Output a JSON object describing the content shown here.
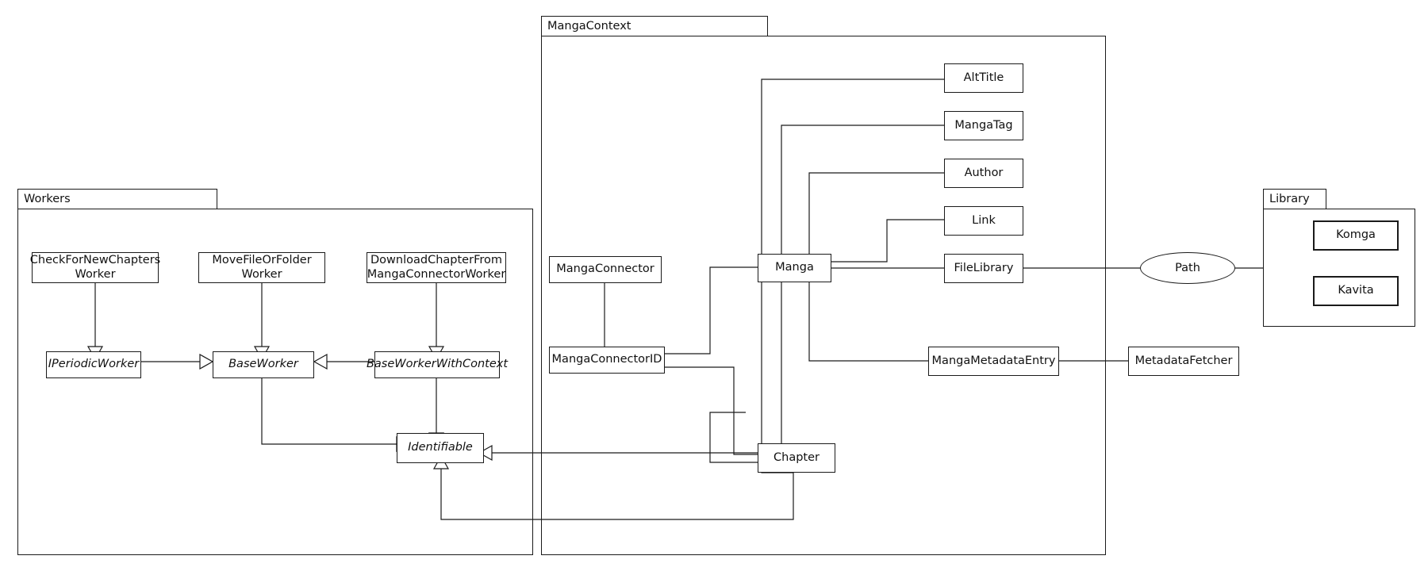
{
  "diagram": {
    "title": "Manga library architecture class diagram",
    "colors": {
      "line": "#1a1a1a",
      "background": "#ffffff",
      "node_fill": "#ffffff"
    }
  },
  "packages": {
    "workers": {
      "label": "Workers"
    },
    "manga_context": {
      "label": "MangaContext"
    },
    "library": {
      "label": "Library"
    }
  },
  "nodes": {
    "check_for_new_chapters_worker": {
      "label": "CheckForNewChapters\nWorker"
    },
    "move_file_or_folder_worker": {
      "label": "MoveFileOrFolder\nWorker"
    },
    "download_chapter_from_manga_connector_worker": {
      "label": "DownloadChapterFrom\nMangaConnectorWorker"
    },
    "iperiodicworker": {
      "label": "IPeriodicWorker"
    },
    "baseworker": {
      "label": "BaseWorker"
    },
    "baseworkerwithcontext": {
      "label": "BaseWorkerWithContext"
    },
    "identifiable": {
      "label": "Identifiable"
    },
    "mangaconnector": {
      "label": "MangaConnector"
    },
    "mangaconnectorid": {
      "label": "MangaConnectorID"
    },
    "manga": {
      "label": "Manga"
    },
    "chapter": {
      "label": "Chapter"
    },
    "alttitle": {
      "label": "AltTitle"
    },
    "mangatag": {
      "label": "MangaTag"
    },
    "author": {
      "label": "Author"
    },
    "link": {
      "label": "Link"
    },
    "filelibrary": {
      "label": "FileLibrary"
    },
    "mangametadataentry": {
      "label": "MangaMetadataEntry"
    },
    "metadatafetcher": {
      "label": "MetadataFetcher"
    },
    "path": {
      "label": "Path"
    },
    "komga": {
      "label": "Komga"
    },
    "kavita": {
      "label": "Kavita"
    }
  },
  "abstract_nodes": [
    "iperiodicworker",
    "baseworker",
    "baseworkerwithcontext",
    "identifiable"
  ],
  "relations": [
    {
      "from": "check_for_new_chapters_worker",
      "to": "iperiodicworker",
      "type": "generalization"
    },
    {
      "from": "move_file_or_folder_worker",
      "to": "baseworker",
      "type": "generalization"
    },
    {
      "from": "download_chapter_from_manga_connector_worker",
      "to": "baseworkerwithcontext",
      "type": "generalization"
    },
    {
      "from": "iperiodicworker",
      "to": "baseworker",
      "type": "generalization"
    },
    {
      "from": "baseworkerwithcontext",
      "to": "baseworker",
      "type": "generalization"
    },
    {
      "from": "baseworkerwithcontext",
      "to": "identifiable",
      "type": "generalization"
    },
    {
      "from": "baseworker",
      "to": "identifiable",
      "type": "generalization"
    },
    {
      "from": "manga",
      "to": "identifiable",
      "type": "generalization"
    },
    {
      "from": "chapter",
      "to": "identifiable",
      "type": "generalization"
    },
    {
      "from": "mangaconnector",
      "to": "mangaconnectorid",
      "type": "association"
    },
    {
      "from": "mangaconnectorid",
      "to": "manga",
      "type": "association"
    },
    {
      "from": "mangaconnectorid",
      "to": "chapter",
      "type": "association"
    },
    {
      "from": "manga",
      "to": "alttitle",
      "type": "association"
    },
    {
      "from": "manga",
      "to": "mangatag",
      "type": "association"
    },
    {
      "from": "manga",
      "to": "author",
      "type": "association"
    },
    {
      "from": "manga",
      "to": "link",
      "type": "association"
    },
    {
      "from": "manga",
      "to": "filelibrary",
      "type": "association"
    },
    {
      "from": "manga",
      "to": "mangametadataentry",
      "type": "association"
    },
    {
      "from": "manga",
      "to": "chapter",
      "type": "association"
    },
    {
      "from": "filelibrary",
      "to": "path",
      "type": "association"
    },
    {
      "from": "path",
      "to": "library",
      "type": "association"
    },
    {
      "from": "mangametadataentry",
      "to": "metadatafetcher",
      "type": "association"
    }
  ]
}
